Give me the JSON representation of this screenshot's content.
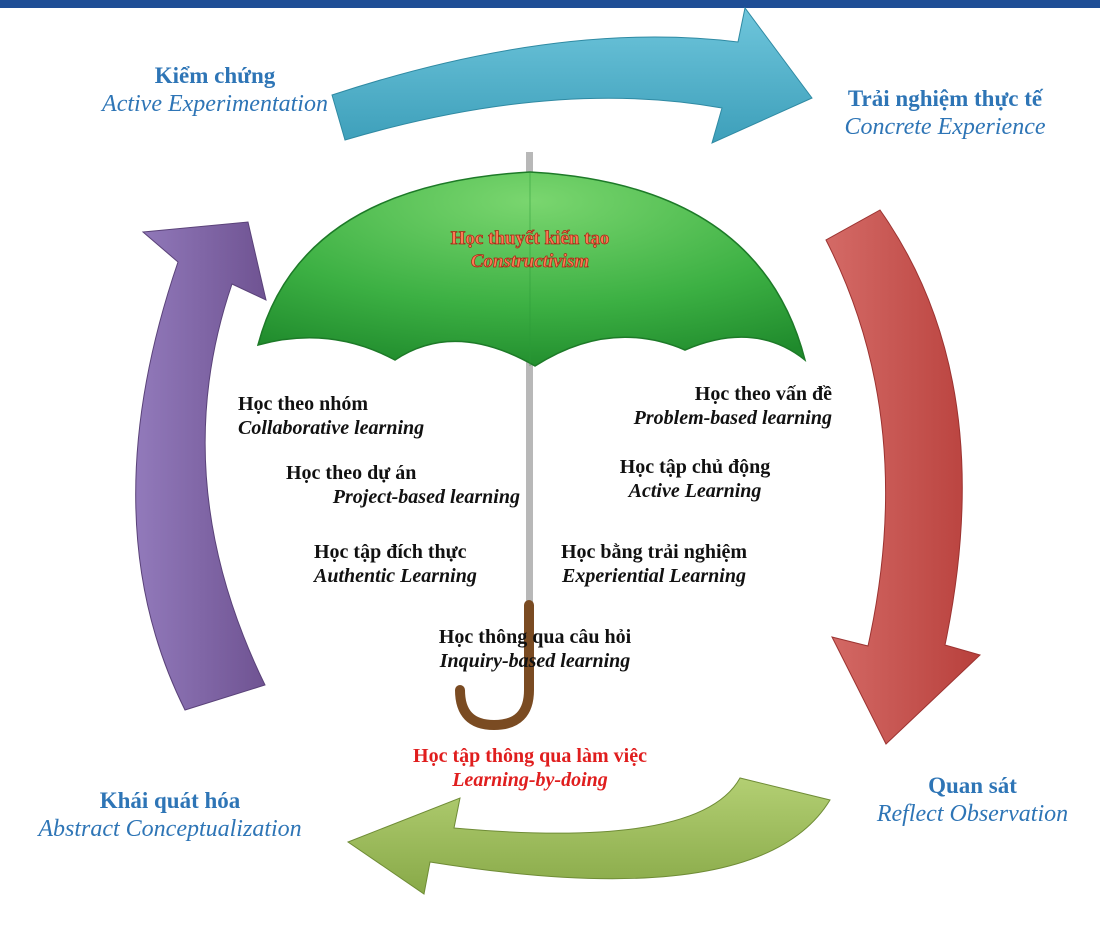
{
  "theme": {
    "bar_color": "#1f4e96",
    "stage_text_color": "#2e75b6",
    "arrow_colors": {
      "top": "#4bacc6",
      "right": "#c0504d",
      "bottom": "#9bbb59",
      "left": "#8064a2"
    },
    "canopy_color": "#3cb043",
    "handle_color": "#7a4b22",
    "highlight_color": "#e01e1e"
  },
  "stages": [
    {
      "id": "active-experimentation",
      "vi": "Kiểm chứng",
      "en": "Active Experimentation"
    },
    {
      "id": "concrete-experience",
      "vi": "Trải nghiệm thực tế",
      "en": "Concrete Experience"
    },
    {
      "id": "reflect-observation",
      "vi": "Quan sát",
      "en": "Reflect Observation"
    },
    {
      "id": "abstract-conceptualization",
      "vi": "Khái quát hóa",
      "en": "Abstract Conceptualization"
    }
  ],
  "umbrella": {
    "vi": "Học thuyết kiến tạo",
    "en": "Constructivism"
  },
  "methods": [
    {
      "vi": "Học theo nhóm",
      "en": "Collaborative learning"
    },
    {
      "vi": "Học theo dự án",
      "en": "Project-based learning"
    },
    {
      "vi": "Học tập đích thực",
      "en": "Authentic Learning"
    },
    {
      "vi": "Học theo vấn đề",
      "en": "Problem-based learning"
    },
    {
      "vi": "Học tập chủ động",
      "en": "Active Learning"
    },
    {
      "vi": "Học bằng trải nghiệm",
      "en": "Experiential Learning"
    },
    {
      "vi": "Học thông qua câu hỏi",
      "en": "Inquiry-based learning"
    }
  ],
  "core": {
    "vi": "Học tập thông qua làm việc",
    "en": "Learning-by-doing"
  },
  "icons": [
    "cycle-arrow",
    "umbrella"
  ]
}
